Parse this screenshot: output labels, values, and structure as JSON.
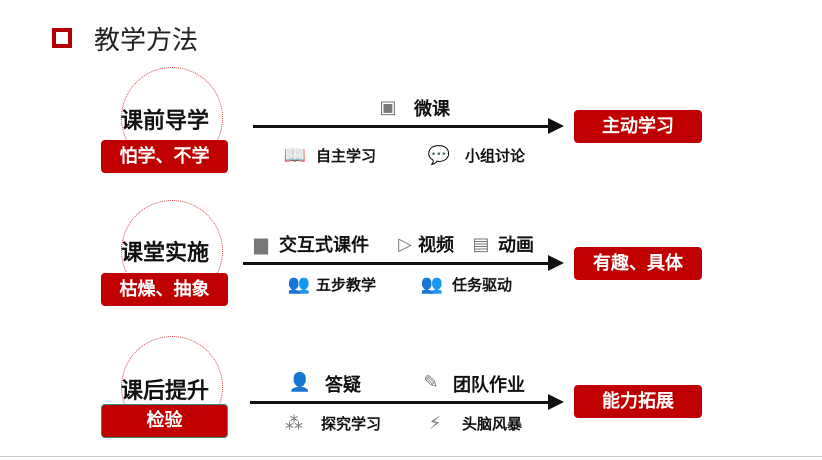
{
  "title": "教学方法",
  "rows": [
    {
      "stage": "课前导学",
      "problem": "怕学、不学",
      "result": "主动学习",
      "top": [
        {
          "icon": "micro-lecture-icon",
          "label": "微课"
        }
      ],
      "bottom": [
        {
          "icon": "book-icon",
          "label": "自主学习"
        },
        {
          "icon": "chat-icon",
          "label": "小组讨论"
        }
      ]
    },
    {
      "stage": "课堂实施",
      "problem": "枯燥、抽象",
      "result": "有趣、具体",
      "top": [
        {
          "icon": "folder-icon",
          "label": "交互式课件"
        },
        {
          "icon": "video-icon",
          "label": "视频"
        },
        {
          "icon": "presentation-icon",
          "label": "动画"
        }
      ],
      "bottom": [
        {
          "icon": "discussion-icon",
          "label": "五步教学"
        },
        {
          "icon": "discussion-icon",
          "label": "任务驱动"
        }
      ]
    },
    {
      "stage": "课后提升",
      "problem": "检验",
      "result": "能力拓展",
      "top": [
        {
          "icon": "question-user-icon",
          "label": "答疑"
        },
        {
          "icon": "edit-icon",
          "label": "团队作业"
        }
      ],
      "bottom": [
        {
          "icon": "network-icon",
          "label": "探究学习"
        },
        {
          "icon": "brain-icon",
          "label": "头脑风暴"
        }
      ]
    }
  ],
  "colors": {
    "accent": "#c00000"
  }
}
